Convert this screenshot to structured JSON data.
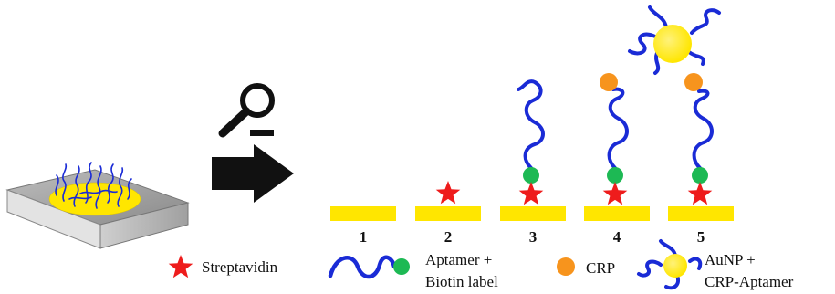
{
  "steps": [
    {
      "label": "1"
    },
    {
      "label": "2"
    },
    {
      "label": "3"
    },
    {
      "label": "4"
    },
    {
      "label": "5"
    }
  ],
  "legend": {
    "streptavidin": "Streptavidin",
    "aptamer_line1": "Aptamer +",
    "aptamer_line2": "Biotin label",
    "crp": "CRP",
    "aunp_line1": "AuNP +",
    "aunp_line2": "CRP-Aptamer"
  },
  "colors": {
    "electrode": "#FFE600",
    "streptavidin": "#EE1C1C",
    "biotin": "#1DB954",
    "aptamer": "#1A2BD6",
    "crp": "#F7941D",
    "aunp": "#FFE600",
    "arrow": "#111111"
  },
  "icons": [
    "magnifier-icon",
    "arrow-right-icon"
  ]
}
